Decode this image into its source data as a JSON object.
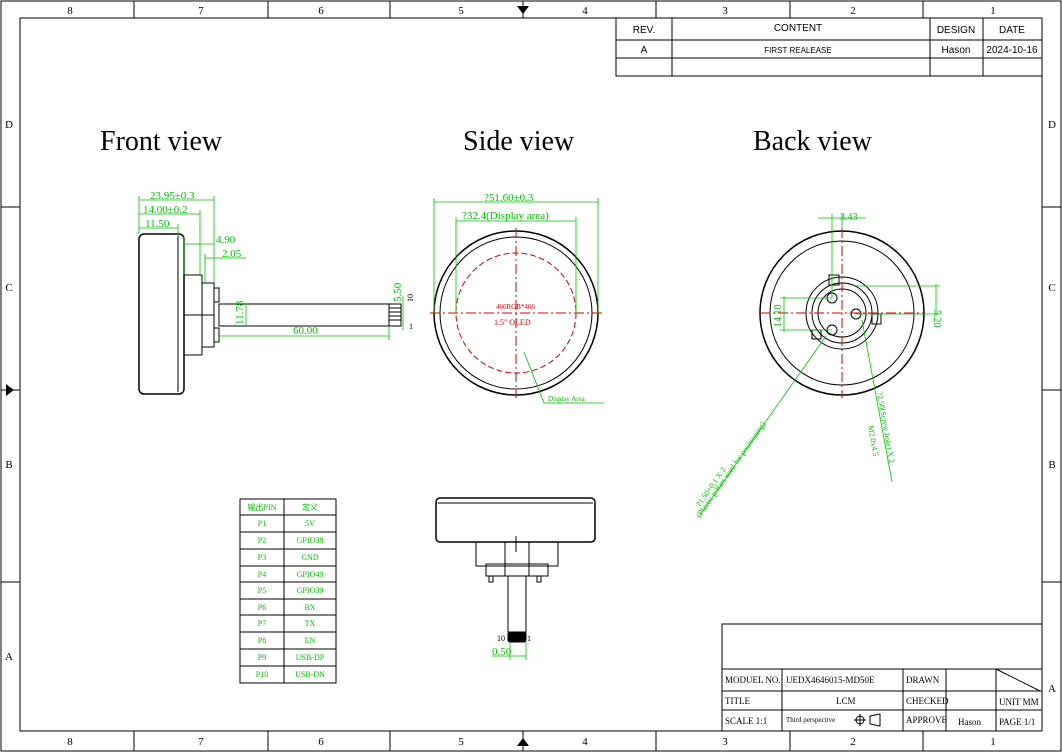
{
  "frame": {
    "col_labels": [
      "8",
      "7",
      "6",
      "5",
      "4",
      "3",
      "2",
      "1"
    ],
    "row_labels": [
      "D",
      "C",
      "B",
      "A"
    ]
  },
  "revision_table": {
    "headers": {
      "rev": "REV.",
      "content": "CONTENT",
      "design": "DESIGN",
      "date": "DATE"
    },
    "rows": [
      {
        "rev": "A",
        "content": "FIRST REALEASE",
        "design": "Hason",
        "date": "2024-10-16"
      }
    ]
  },
  "views": {
    "front": "Front view",
    "side": "Side view",
    "back": "Back view"
  },
  "front_dims": {
    "d1": "23.95±0.3",
    "d2": "14.00±0.2",
    "d3": "11.50",
    "d4": "4.90",
    "d5": "2.05",
    "d6": "11.78",
    "d7": "60.00",
    "d8": "5.50",
    "pin10": "10",
    "pin1": "1"
  },
  "side_dims": {
    "outer": "?51.60±0.3",
    "display": "?32.4(Display area)",
    "res": "466RGB*466",
    "oled": "1.5\" OLED",
    "area_label": "Display Area"
  },
  "back_dims": {
    "d1": "3.43",
    "d2": "14.10",
    "d3": "5.20",
    "note1": "?1.50+0.1 X 2",
    "note1b": "(Plastic pillars used for positioning)",
    "note2": "?2.50(Screw hole) X 2",
    "note2b": "M2.0x4.5"
  },
  "bottom_dims": {
    "pin10": "10",
    "pin1": "1",
    "d1": "0.50"
  },
  "pin_table": {
    "headers": {
      "pin": "输出PIN",
      "def": "定义"
    },
    "rows": [
      {
        "pin": "P1",
        "def": "5V"
      },
      {
        "pin": "P2",
        "def": "GPIO38"
      },
      {
        "pin": "P3",
        "def": "GND"
      },
      {
        "pin": "P4",
        "def": "GPIO40"
      },
      {
        "pin": "P5",
        "def": "GPIO39"
      },
      {
        "pin": "P6",
        "def": "RX"
      },
      {
        "pin": "P7",
        "def": "TX"
      },
      {
        "pin": "P8",
        "def": "EN"
      },
      {
        "pin": "P9",
        "def": "USB-DP"
      },
      {
        "pin": "P10",
        "def": "USB-DN"
      }
    ]
  },
  "title_block": {
    "model_label": "MODUEL NO.",
    "model": "UEDX4646015-MD50E",
    "title_label": "TITLE",
    "title": "LCM",
    "scale": "SCALE 1:1",
    "perspective": "Third perspective",
    "drawn": "DRAWN",
    "checked": "CHECKED",
    "approve": "APPROVE",
    "approver": "Hason",
    "unit": "UNIT MM",
    "page": "PAGE 1/1"
  },
  "colors": {
    "line": "#000000",
    "dim": "#00c000",
    "center": "#d00000"
  }
}
